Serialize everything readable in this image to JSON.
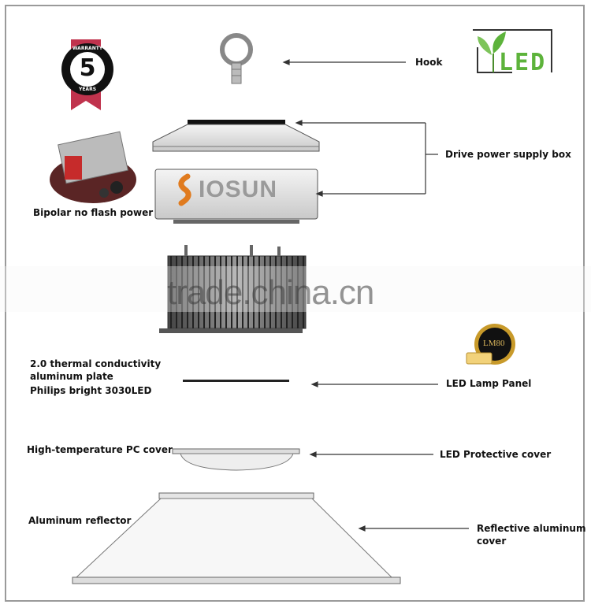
{
  "badge": {
    "top": "WARRANTY",
    "number": "5",
    "bottom": "YEARS"
  },
  "logo": {
    "text": "LED"
  },
  "brand": {
    "text": "IOSUN"
  },
  "lm80": {
    "text": "LM80"
  },
  "watermark": "trade.china.cn",
  "labels": {
    "hook": "Hook",
    "drive": "Drive power supply box",
    "bipolar": "Bipolar no flash power",
    "thermal1": "2.0 thermal conductivity",
    "thermal2": "aluminum plate",
    "thermal3": "Philips bright 3030LED",
    "lamp_panel": "LED  Lamp Panel",
    "pc_cover": "High-temperature PC cover",
    "protective": "LED Protective cover",
    "reflector": "Aluminum reflector",
    "reflective1": "Reflective aluminum",
    "reflective2": "cover"
  },
  "colors": {
    "accent": "#e07b1f",
    "logo_green": "#5db33b",
    "badge_red": "#c0334d"
  }
}
